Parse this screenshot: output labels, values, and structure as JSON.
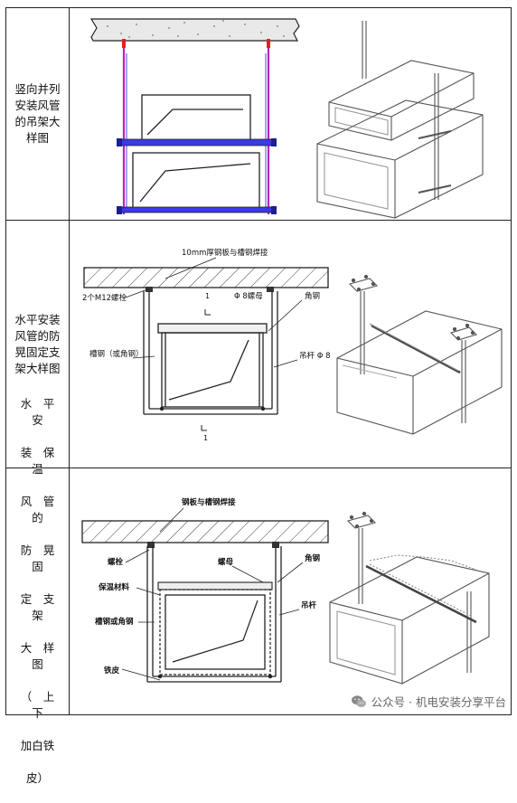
{
  "rows": [
    {
      "label": "竖向并列安装风管的吊架大样图"
    },
    {
      "label": "水平安装风管的防晃固定支架大样图",
      "annotations": {
        "top_weld": "10mm厚钢板与槽钢焊接",
        "bolt": "2个M12螺栓",
        "section_mark": "1",
        "nut": "Φ 8螺母",
        "angle": "角钢",
        "channel": "槽钢（或角钢）",
        "rod": "吊杆 Φ 8",
        "section_mark_bottom": "1"
      }
    },
    {
      "label_lines": [
        "水　平　安",
        "装　保　温",
        "风　管　的",
        "防　晃　固",
        "定　支　架",
        "大　样　图",
        "（　上　下",
        "加白铁",
        "皮）"
      ],
      "annotations": {
        "top_weld": "钢板与槽钢焊接",
        "bolt": "螺栓",
        "nut": "螺母",
        "angle": "角钢",
        "insulation": "保温材料",
        "rod": "吊杆",
        "channel": "槽钢或角钢",
        "iron": "铁皮"
      }
    }
  ],
  "watermark": {
    "text": "公众号 · 机电安装分享平台",
    "icon": "wechat-icon"
  }
}
